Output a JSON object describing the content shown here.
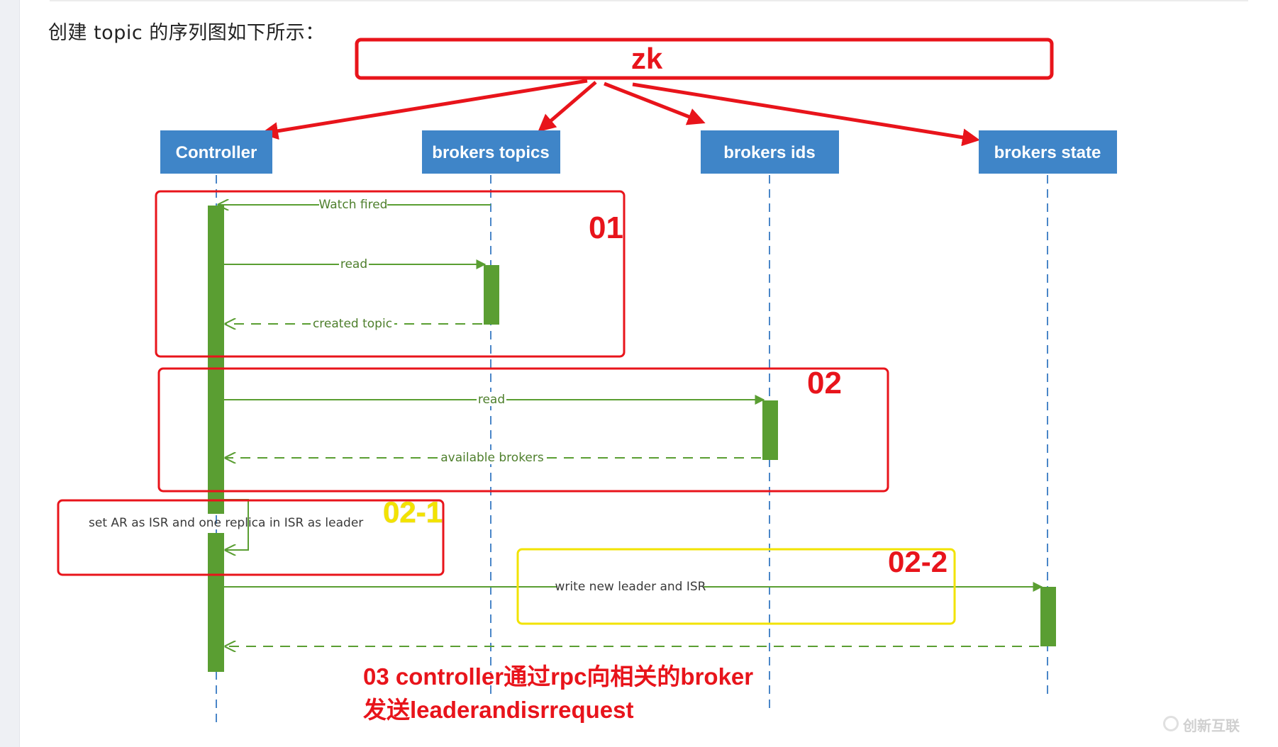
{
  "intro_text": "创建 topic 的序列图如下所示：",
  "zk": {
    "label": "zk"
  },
  "participants": [
    {
      "id": "controller",
      "label": "Controller"
    },
    {
      "id": "brokers-topics",
      "label": "brokers topics"
    },
    {
      "id": "brokers-ids",
      "label": "brokers ids"
    },
    {
      "id": "brokers-state",
      "label": "brokers state"
    }
  ],
  "messages": {
    "watch_fired": "Watch fired",
    "read_topics": "read",
    "created_topic": "created topic",
    "read_ids": "read",
    "available_brokers": "available brokers",
    "self_call": "set AR as ISR and one replica in ISR as leader",
    "write_state": "write new leader and ISR"
  },
  "annotations": {
    "box_01": "01",
    "box_02": "02",
    "box_02_1": "02-1",
    "box_02_2": "02-2",
    "note_line1": "03 controller通过rpc向相关的broker",
    "note_line2": "发送leaderandisrrequest"
  },
  "watermark": "创新互联",
  "colors": {
    "participant_bg": "#3f85c8",
    "lifeline": "#4a86c8",
    "activation": "#5a9e32",
    "message": "#5a9e32",
    "red": "#e8141b",
    "yellow": "#f2e300"
  }
}
